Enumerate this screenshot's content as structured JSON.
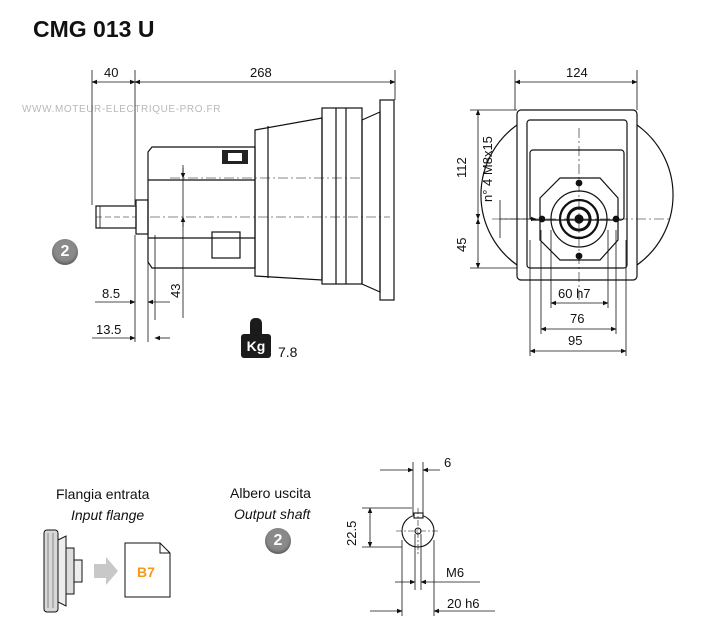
{
  "title": "CMG 013 U",
  "watermark": "WWW.MOTEUR-ELECTRIQUE-PRO.FR",
  "side_view": {
    "dim_top_left": "40",
    "dim_top_right": "268",
    "dim_8_5": "8.5",
    "dim_13_5": "13.5",
    "dim_43": "43",
    "badge": "2"
  },
  "front_view": {
    "dim_width": "124",
    "dim_112": "112",
    "dim_45": "45",
    "bolt_note": "n° 4 M8x15",
    "dim_60": "60 h7",
    "dim_76": "76",
    "dim_95": "95"
  },
  "weight": {
    "unit": "Kg",
    "value": "7.8"
  },
  "input_flange": {
    "label_it": "Flangia entrata",
    "label_en": "Input flange",
    "doc_code": "B7"
  },
  "output_shaft": {
    "label_it": "Albero uscita",
    "label_en": "Output shaft",
    "badge": "2",
    "dim_6": "6",
    "dim_22_5": "22.5",
    "dim_m6": "M6",
    "dim_20": "20 h6"
  },
  "colors": {
    "ink": "#111111",
    "badge": "#8a8a8a",
    "doc_accent": "#f39a1a",
    "arrow": "#c8c8c8"
  }
}
